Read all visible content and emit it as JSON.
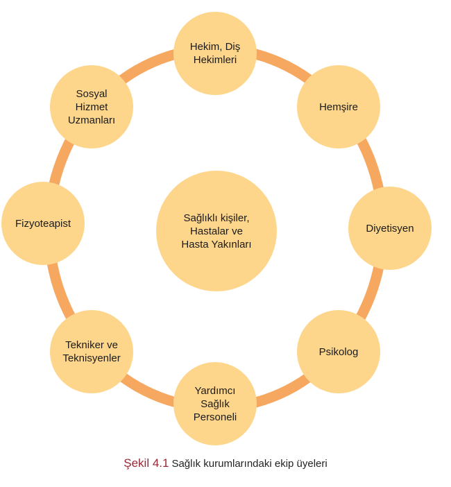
{
  "diagram": {
    "center": "Sağlıklı kişiler,\nHastalar ve\nHasta Yakınları",
    "nodes": [
      "Hekim, Diş\nHekimleri",
      "Hemşire",
      "Diyetisyen",
      "Psikolog",
      "Yardımcı\nSağlık\nPersoneli",
      "Tekniker ve\nTeknisyenler",
      "Fizyoteapist",
      "Sosyal\nHizmet\nUzmanları"
    ],
    "colors": {
      "ring": "#f6a861",
      "node_fill": "#fdd68c",
      "caption_number": "#9b2535"
    }
  },
  "caption": {
    "number": "Şekil 4.1",
    "text": "Sağlık kurumlarındaki ekip üyeleri"
  }
}
